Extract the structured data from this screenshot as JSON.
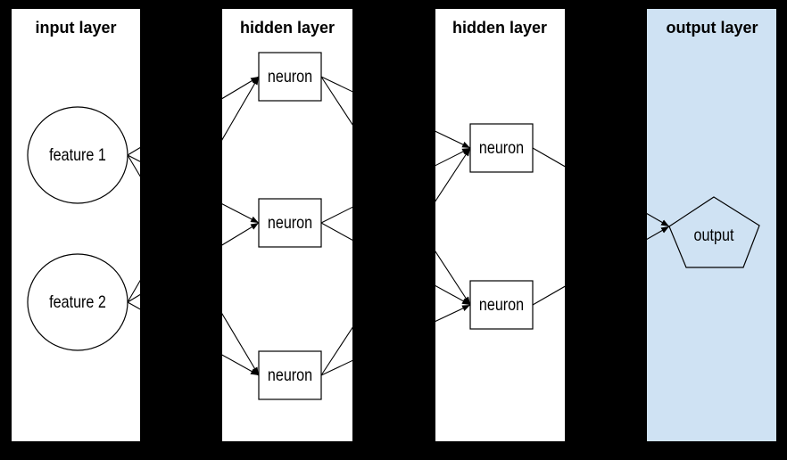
{
  "colors": {
    "background": "#000000",
    "panel_fill": "#ffffff",
    "output_panel_fill": "#cfe2f3",
    "stroke": "#000000",
    "text": "#000000"
  },
  "layers": [
    {
      "id": "input",
      "title": "input layer"
    },
    {
      "id": "hidden1",
      "title": "hidden layer"
    },
    {
      "id": "hidden2",
      "title": "hidden layer"
    },
    {
      "id": "output",
      "title": "output layer"
    }
  ],
  "nodes": [
    {
      "id": "f1",
      "label": "feature 1",
      "shape": "circle",
      "layer": "input"
    },
    {
      "id": "f2",
      "label": "feature 2",
      "shape": "circle",
      "layer": "input"
    },
    {
      "id": "n1",
      "label": "neuron",
      "shape": "rect",
      "layer": "hidden1"
    },
    {
      "id": "n2",
      "label": "neuron",
      "shape": "rect",
      "layer": "hidden1"
    },
    {
      "id": "n3",
      "label": "neuron",
      "shape": "rect",
      "layer": "hidden1"
    },
    {
      "id": "m1",
      "label": "neuron",
      "shape": "rect",
      "layer": "hidden2"
    },
    {
      "id": "m2",
      "label": "neuron",
      "shape": "rect",
      "layer": "hidden2"
    },
    {
      "id": "out",
      "label": "output",
      "shape": "pentagon",
      "layer": "output"
    }
  ],
  "edges": [
    {
      "from": "f1",
      "to": "n1"
    },
    {
      "from": "f1",
      "to": "n2"
    },
    {
      "from": "f1",
      "to": "n3"
    },
    {
      "from": "f2",
      "to": "n1"
    },
    {
      "from": "f2",
      "to": "n2"
    },
    {
      "from": "f2",
      "to": "n3"
    },
    {
      "from": "n1",
      "to": "m1"
    },
    {
      "from": "n1",
      "to": "m2"
    },
    {
      "from": "n2",
      "to": "m1"
    },
    {
      "from": "n2",
      "to": "m2"
    },
    {
      "from": "n3",
      "to": "m1"
    },
    {
      "from": "n3",
      "to": "m2"
    },
    {
      "from": "m1",
      "to": "out"
    },
    {
      "from": "m2",
      "to": "out"
    }
  ]
}
